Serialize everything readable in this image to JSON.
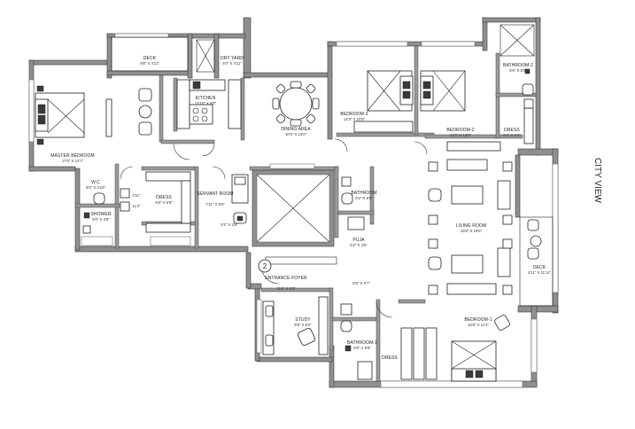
{
  "direction_label": "CITY VIEW",
  "lift_number": "2",
  "rooms": {
    "deck_top": {
      "name": "DECK",
      "size": "8'8\" X 4'11\""
    },
    "dry_yard": {
      "name": "DRY YARD",
      "size": "4'0\" X 4'11\""
    },
    "kitchen": {
      "name": "KITCHEN",
      "size": "12'10\" X 9'8\""
    },
    "bathroom_2": {
      "name": "BATHROOM-2",
      "size": "5'6\" X 8'0\""
    },
    "dining": {
      "name": "DINING AREA",
      "size": "10'9\" X 13'0\""
    },
    "bedroom_3": {
      "name": "BEDROOM-3",
      "size": "14'3\" X 10'8\""
    },
    "bedroom_2": {
      "name": "BEDROOM-2",
      "size": "11'0\" X 13'8\""
    },
    "dress_b2": {
      "name": "DRESS",
      "size": "5'4\" X 4'4\""
    },
    "master_bedroom": {
      "name": "MASTER BEDROOM",
      "size": "17'0\" X 12'7\""
    },
    "wc": {
      "name": "W.C",
      "size": "5'0\" X 4'10\""
    },
    "shower": {
      "name": "SHOWER",
      "size": "5'0\" X 3'8\""
    },
    "dress_master": {
      "name": "DRESS",
      "size": "6'8\" X 6'9\""
    },
    "servant_room": {
      "name": "SERVANT ROOM",
      "size": "7'11\" X 9'6\""
    },
    "servant_toilet": {
      "size": "5'2\" X 3'9\""
    },
    "bathroom_common": {
      "name": "BATHROOM",
      "size": "5'2\" X 8'0\""
    },
    "puja": {
      "name": "PUJA",
      "size": "5'2\" X 3'6\""
    },
    "living_room": {
      "name": "LIVING ROOM",
      "size": "19'6\" X 19'6\""
    },
    "deck_side": {
      "name": "DECK",
      "size": "4'11\" X 11'11\""
    },
    "entrance_foyer": {
      "name": "ENTRANCE FOYER",
      "size": "11'6\" X 5'3\""
    },
    "passage": {
      "size": "5'6\" X 6'7\""
    },
    "study": {
      "name": "STUDY",
      "size": "9'6\" X 9'2\""
    },
    "bathroom_1": {
      "name": "BATHROOM-1",
      "size": "5'5\" X 8'8\""
    },
    "dress_b1": {
      "name": "DRESS"
    },
    "bedroom_1": {
      "name": "BEDROOM-1",
      "size": "10'8\" X 11'4\""
    }
  },
  "misc_dims": {
    "wc_a": "3'11\"",
    "wc_b": "11'2\""
  }
}
